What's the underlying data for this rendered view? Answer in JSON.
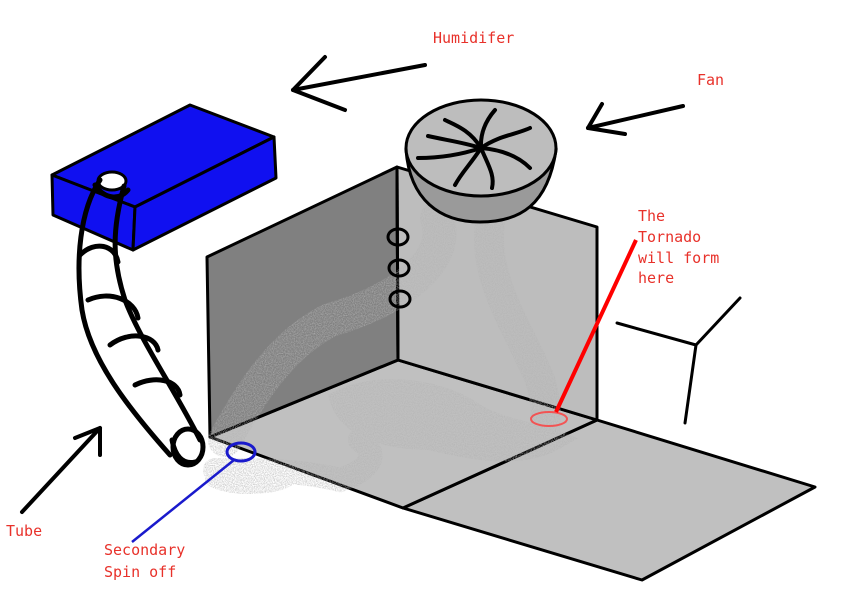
{
  "labels": {
    "humidifier": "Humidifer",
    "fan": "Fan",
    "tornado": [
      "The",
      "Tornado",
      "will form",
      "here"
    ],
    "tube": "Tube",
    "secondary": [
      "Secondary",
      "Spin off"
    ]
  },
  "colors": {
    "label_red": "#e8312a",
    "tornado_line": "#ff0000",
    "secondary_blue": "#1a1acc",
    "humidifier_blue": "#1010f0",
    "stroke": "#000000",
    "floor": "#c0c0c0",
    "left_wall": "#808080",
    "right_wall": "#bdbdbd",
    "fan_body": "#9a9a9a",
    "fan_face": "#bdbdbd",
    "mist": "#8a8a8a"
  }
}
